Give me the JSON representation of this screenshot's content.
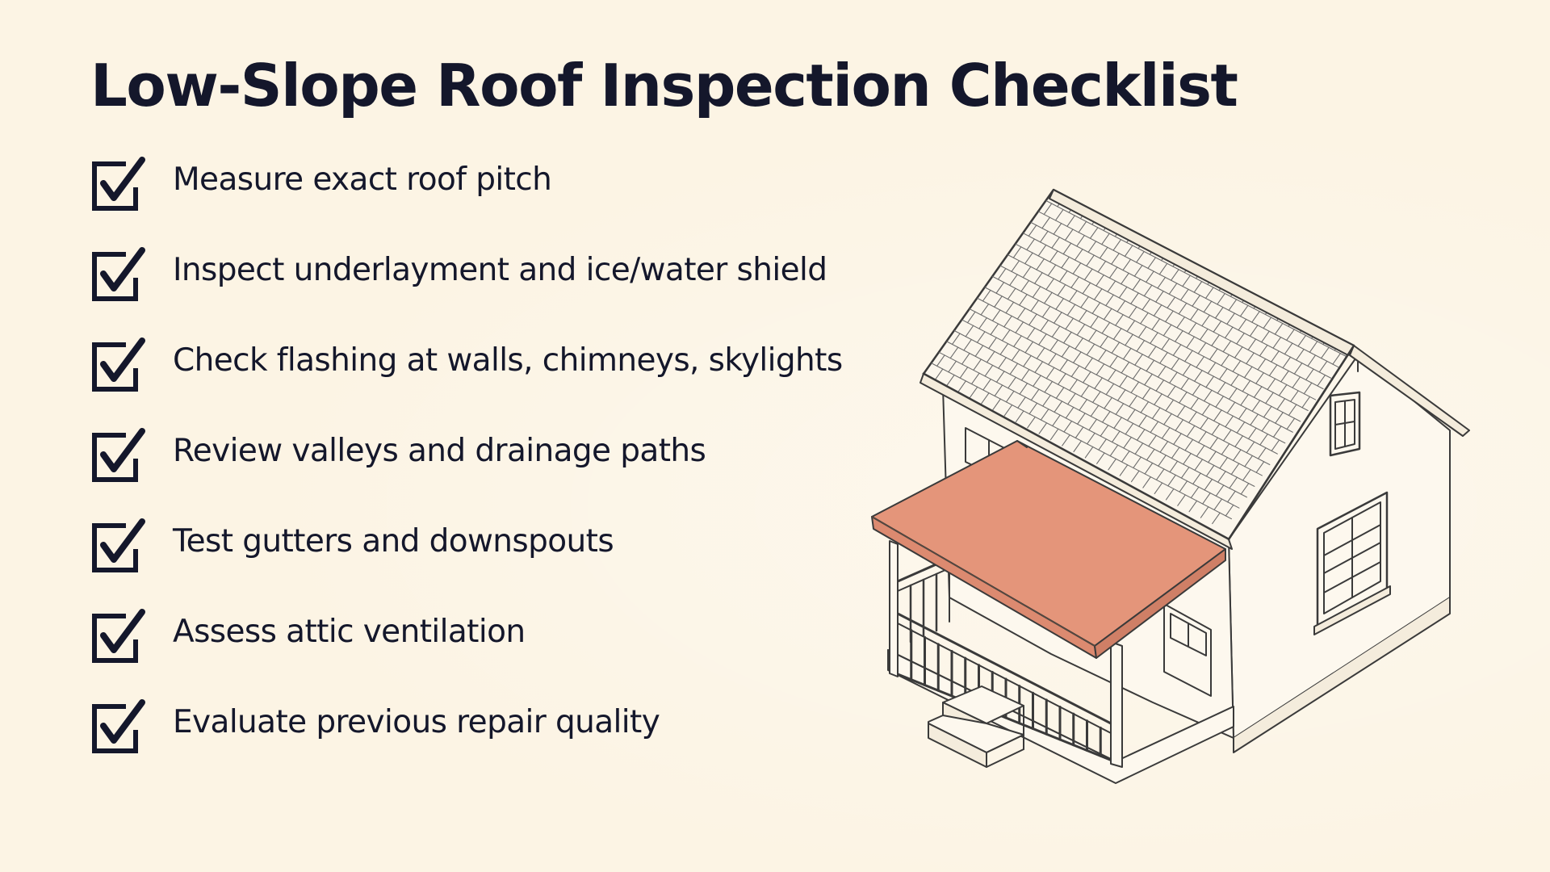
{
  "title": "Low-Slope Roof Inspection Checklist",
  "checklist": {
    "items": [
      {
        "label": "Measure exact roof pitch",
        "checked": true
      },
      {
        "label": "Inspect underlayment and ice/water shield",
        "checked": true
      },
      {
        "label": "Check flashing at walls, chimneys, skylights",
        "checked": true
      },
      {
        "label": "Review valleys and drainage paths",
        "checked": true
      },
      {
        "label": "Test gutters and downspouts",
        "checked": true
      },
      {
        "label": "Assess attic ventilation",
        "checked": true
      },
      {
        "label": "Evaluate previous repair quality",
        "checked": true
      }
    ]
  },
  "illustration": {
    "icon": "house-with-porch-illustration",
    "highlight_part": "low-slope-porch-roof",
    "colors": {
      "background": "#fcf4e4",
      "ink": "#14172b",
      "line": "#3a3a3a",
      "wall": "#fdf8ee",
      "shingle_roof": "#fbf6ec",
      "highlight": "#e4957a"
    }
  }
}
